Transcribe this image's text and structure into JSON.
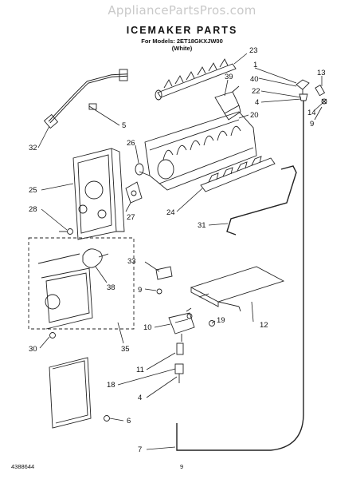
{
  "watermark": "AppliancePartsPros.com",
  "header": {
    "title": "ICEMAKER PARTS",
    "model_line": "For Models: 2ET18GKXJW00",
    "color_line": "(White)"
  },
  "footer": {
    "doc_number": "4388644",
    "page_number": "9"
  },
  "callouts": [
    "23",
    "1",
    "13",
    "40",
    "39",
    "22",
    "4",
    "14",
    "9",
    "5",
    "20",
    "26",
    "32",
    "25",
    "28",
    "27",
    "24",
    "31",
    "33",
    "9",
    "38",
    "12",
    "10",
    "19",
    "30",
    "35",
    "11",
    "18",
    "4",
    "6",
    "7"
  ]
}
